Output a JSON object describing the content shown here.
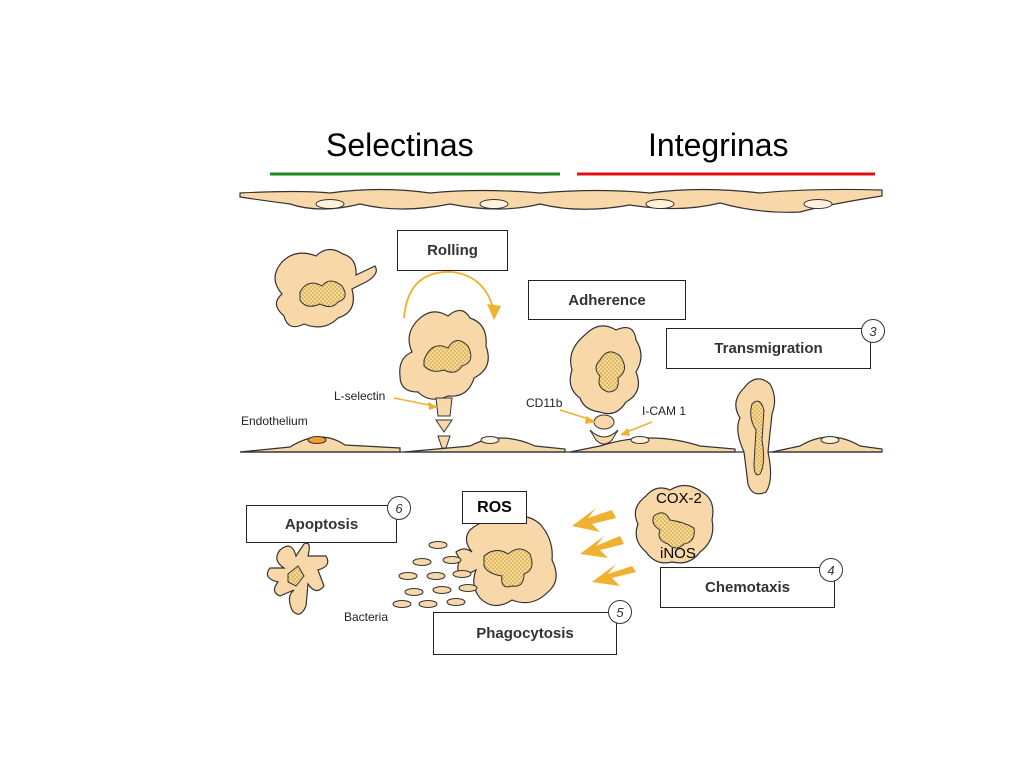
{
  "headers": {
    "selectins": "Selectinas",
    "integrins": "Integrinas"
  },
  "colors": {
    "selectins_line": "#1a8a1a",
    "integrins_line": "#e01010",
    "cell_fill": "#f8d8a8",
    "arrow": "#f0b030"
  },
  "steps": {
    "rolling": "Rolling",
    "adherence": "Adherence",
    "transmigration": "Transmigration",
    "transmigration_num": "3",
    "chemotaxis": "Chemotaxis",
    "chemotaxis_num": "4",
    "phagocytosis": "Phagocytosis",
    "phagocytosis_num": "5",
    "apoptosis": "Apoptosis",
    "apoptosis_num": "6",
    "ros": "ROS"
  },
  "labels": {
    "endothelium": "Endothelium",
    "l_selectin": "L-selectin",
    "cd11b": "CD11b",
    "icam1": "I-CAM 1",
    "bacteria": "Bacteria",
    "cox2": "COX-2",
    "inos": "iNOS"
  }
}
